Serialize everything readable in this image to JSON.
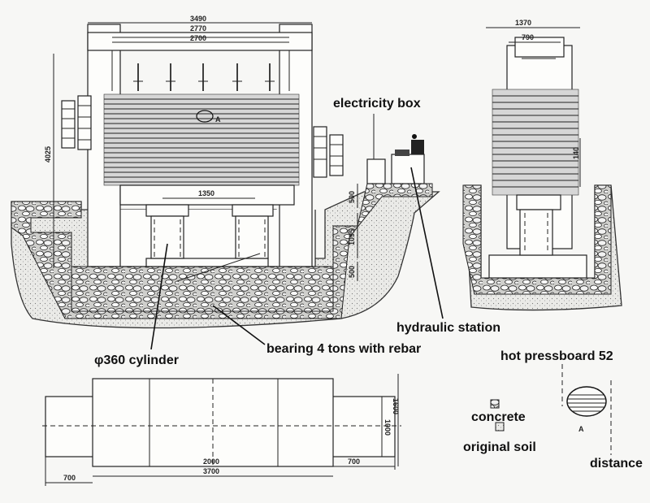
{
  "dimensions": {
    "front_width_outer": "3490",
    "front_width_mid": "2770",
    "front_width_inner": "2700",
    "front_height": "4025",
    "cylinder_spacing": "1350",
    "pit_depth_top": "500",
    "pit_depth_mid": "1095",
    "pit_depth_bottom": "500",
    "side_width_outer": "1370",
    "side_width_inner": "790",
    "side_offset": "140",
    "plan_width_1000": "1000",
    "plan_width_1600": "1600",
    "plan_center": "2000",
    "plan_total": "3700",
    "plan_left": "700",
    "plan_right": "700",
    "marker_a": "A"
  },
  "labels": {
    "electricity_box": "electricity box",
    "hydraulic_station": "hydraulic station",
    "cylinder": "φ360 cylinder",
    "bearing": "bearing 4 tons with rebar",
    "hot_pressboard": "hot pressboard 52",
    "concrete": "concrete",
    "original_soil": "original soil",
    "distance": "distance"
  }
}
